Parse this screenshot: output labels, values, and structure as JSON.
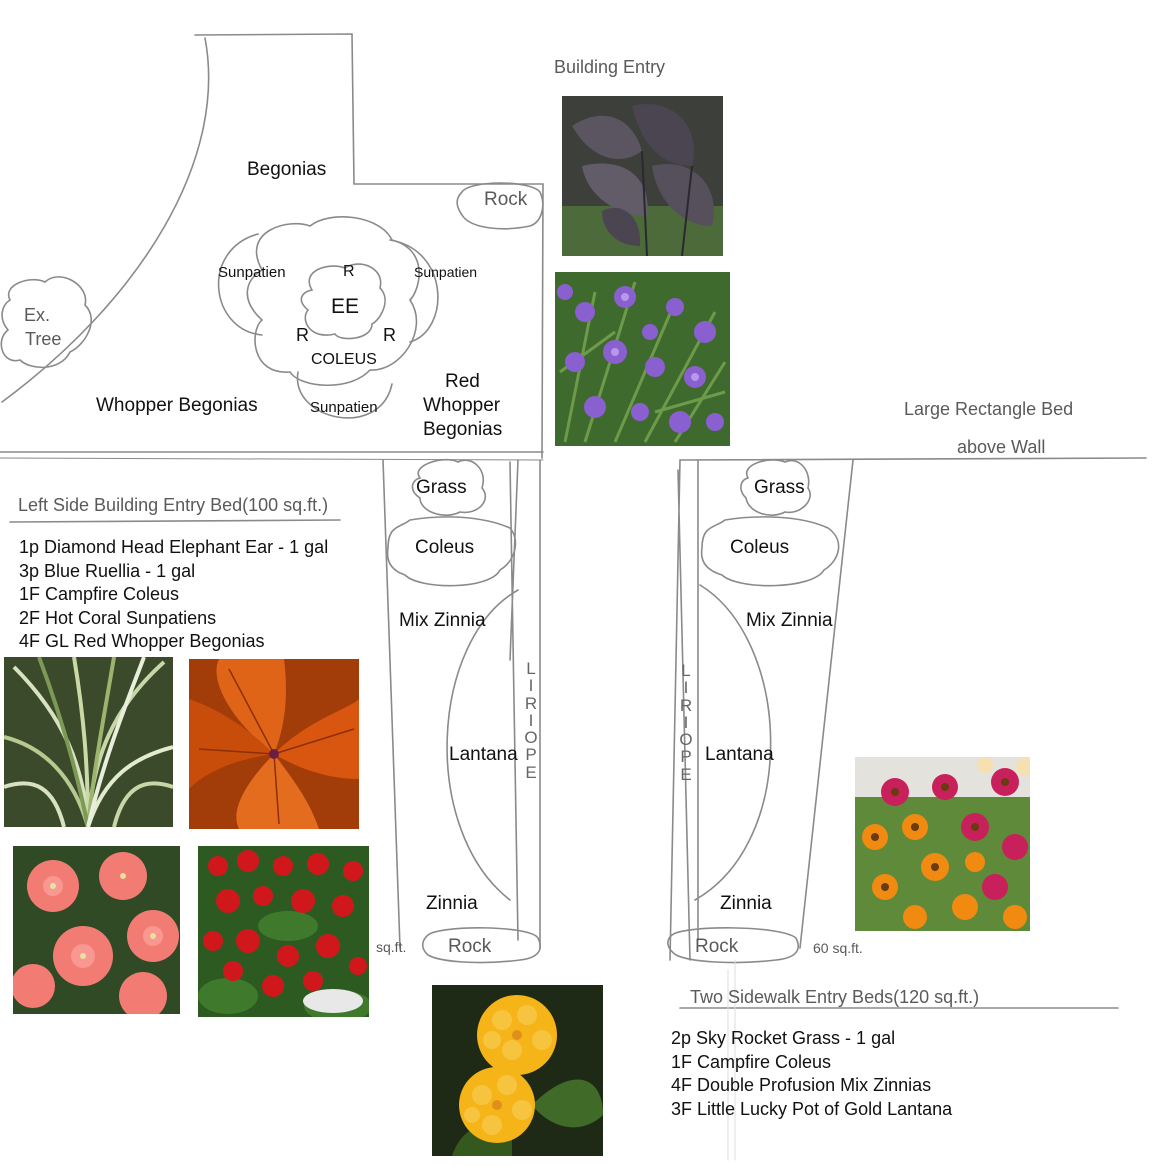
{
  "labels": {
    "building_entry": "Building Entry",
    "begonias": "Begonias",
    "rock_top": "Rock",
    "sunpatien_left": "Sunpatien",
    "sunpatien_right": "Sunpatien",
    "sunpatien_bottom": "Sunpatien",
    "r_top": "R",
    "r_left": "R",
    "r_right": "R",
    "ee": "EE",
    "coleus_center": "COLEUS",
    "ex": "Ex.",
    "tree": "Tree",
    "whopper_begonias": "Whopper Begonias",
    "red_whopper_1": "Red",
    "red_whopper_2": "Whopper",
    "red_whopper_3": "Begonias",
    "large_rect_1": "Large Rectangle Bed",
    "large_rect_2": "above Wall",
    "grass_left": "Grass",
    "grass_right": "Grass",
    "coleus_left": "Coleus",
    "coleus_right": "Coleus",
    "mix_zinnia_left": "Mix Zinnia",
    "mix_zinnia_right": "Mix Zinnia",
    "lantana_left": "Lantana",
    "lantana_right": "Lantana",
    "zinnia_left": "Zinnia",
    "zinnia_right": "Zinnia",
    "rock_left": "Rock",
    "rock_right": "Rock",
    "sqft_left": "sq.ft.",
    "sqft_right": "60 sq.ft.",
    "liriope_letters": [
      "L",
      "I",
      "R",
      "I",
      "O",
      "P",
      "E"
    ]
  },
  "left_bed": {
    "title": "Left Side Building Entry Bed(100 sq.ft.)",
    "items": [
      "1p Diamond Head Elephant Ear - 1 gal",
      "3p Blue Ruellia - 1 gal",
      "1F Campfire Coleus",
      "2F Hot Coral Sunpatiens",
      "4F GL Red Whopper Begonias"
    ]
  },
  "sidewalk_beds": {
    "title": "Two Sidewalk Entry Beds(120 sq.ft.)",
    "items": [
      "2p Sky Rocket Grass - 1 gal",
      "1F Campfire Coleus",
      "4F Double Profusion Mix Zinnias",
      "3F Little Lucky Pot of Gold Lantana"
    ]
  },
  "colors": {
    "line": "#8a8a8a",
    "label_gray": "#5a5a5a",
    "elephant_ear": "#4a4550",
    "ruellia": "#8a5fd0",
    "coleus": "#d8560f",
    "sunpatiens": "#f27c74",
    "begonia_red": "#d0181c",
    "lantana": "#f5b418",
    "zinnia_magenta": "#c8205a",
    "zinnia_orange": "#f08a10",
    "grass": "#c8d6a8"
  }
}
